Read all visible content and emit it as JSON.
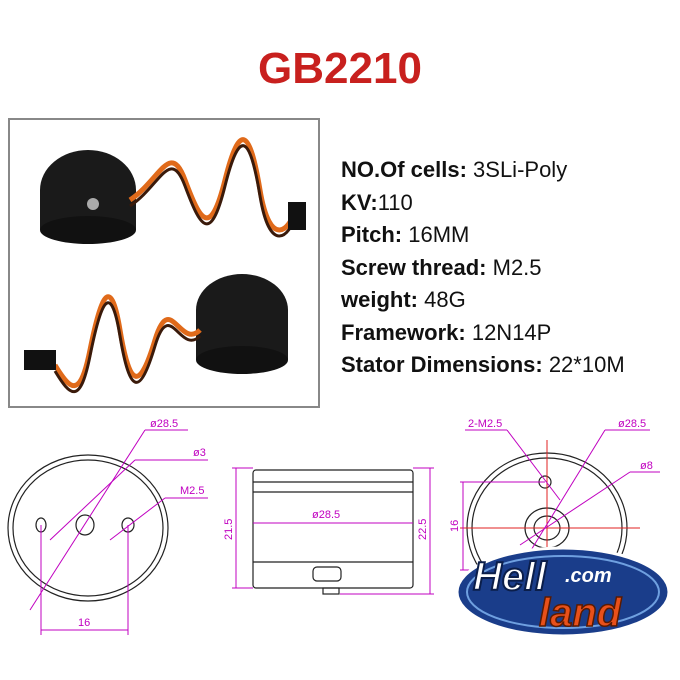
{
  "title": "GB2210",
  "specs": [
    {
      "label": "NO.Of cells:",
      "value": " 3SLi-Poly"
    },
    {
      "label": "KV:",
      "value": "110"
    },
    {
      "label": "Pitch:",
      "value": " 16MM"
    },
    {
      "label": "Screw thread:",
      "value": " M2.5"
    },
    {
      "label": "weight:",
      "value": " 48G"
    },
    {
      "label": "Framework:",
      "value": " 12N14P"
    },
    {
      "label": "Stator Dimensions:",
      "value": " 22*10M"
    }
  ],
  "drawing_left": {
    "dia_outer": "ø28.5",
    "dia_center": "ø3",
    "hole": "M2.5",
    "spacing": "16"
  },
  "drawing_side": {
    "dia": "ø28.5",
    "height_left": "21.5",
    "height_right": "22.5"
  },
  "drawing_right": {
    "holes": "2-M2.5",
    "dia_outer": "ø28.5",
    "dia_center": "ø8",
    "spacing": "16"
  },
  "logo": {
    "text_top": "Hell",
    "text_com": ".com",
    "text_bottom": "land"
  },
  "colors": {
    "title": "#c8201e",
    "dimension": "#c000c0",
    "centerline": "#e02020"
  }
}
